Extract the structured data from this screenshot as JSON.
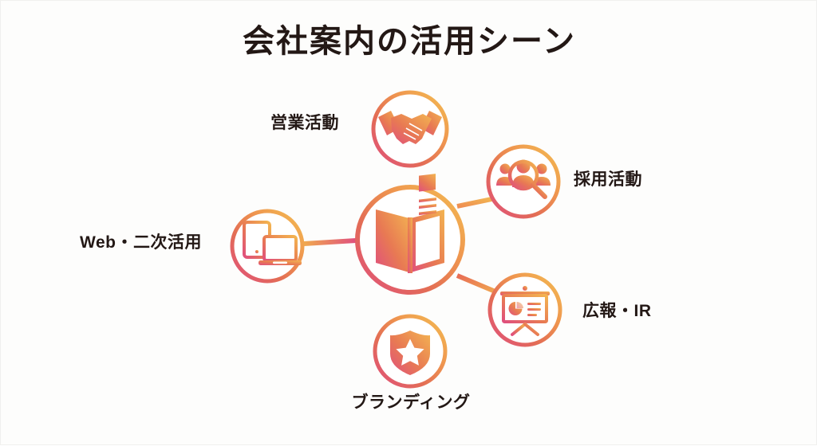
{
  "title": "会社案内の活用シーン",
  "colors": {
    "background": "#fdfdfc",
    "text": "#231815",
    "gradient_pink": "#e05a7a",
    "gradient_red": "#e0714c",
    "gradient_orange": "#ef8e52",
    "gradient_yellow": "#f2b851"
  },
  "center": {
    "icon": "brochure-icon",
    "label": ""
  },
  "nodes": [
    {
      "id": "sales",
      "label": "営業活動",
      "icon": "handshake-icon",
      "label_position": "left"
    },
    {
      "id": "recruit",
      "label": "採用活動",
      "icon": "people-search-icon",
      "label_position": "right"
    },
    {
      "id": "pr",
      "label": "広報・IR",
      "icon": "presentation-icon",
      "label_position": "right"
    },
    {
      "id": "branding",
      "label": "ブランディング",
      "icon": "shield-star-icon",
      "label_position": "bottom"
    },
    {
      "id": "web",
      "label": "Web・二次活用",
      "icon": "devices-icon",
      "label_position": "left"
    }
  ]
}
